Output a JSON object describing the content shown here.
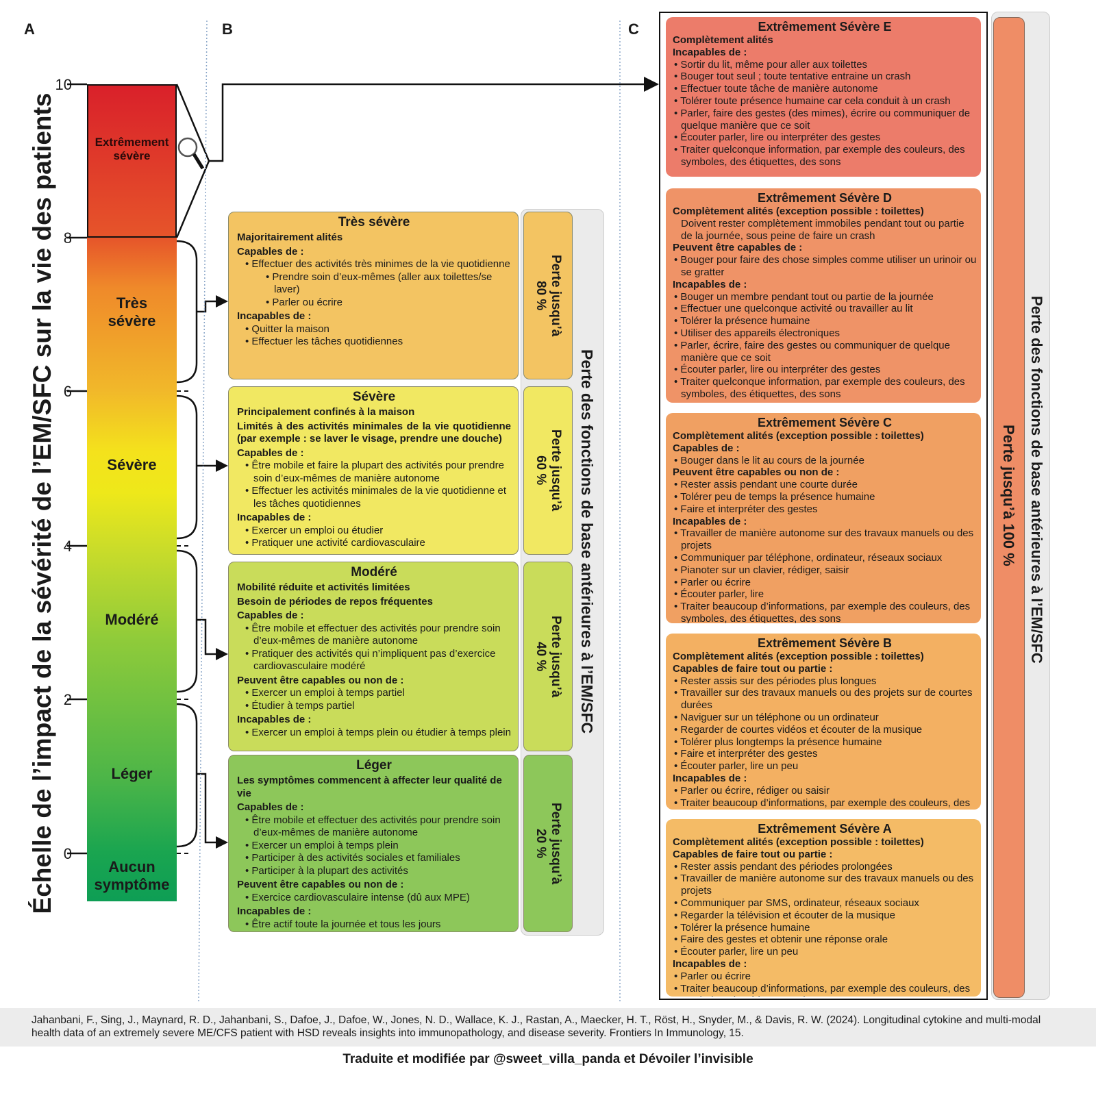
{
  "labels": {
    "a": "A",
    "b": "B",
    "c": "C"
  },
  "y_axis_title": "Échelle de l’impact de la sévérité de l’EM/SFC sur la vie des patients",
  "ticks": [
    "10",
    "8",
    "6",
    "4",
    "2",
    "0"
  ],
  "levels": [
    "Extrêmement sévère",
    "Très sévère",
    "Sévère",
    "Modéré",
    "Léger",
    "Aucun symptôme"
  ],
  "colors": {
    "tres_severe": "#f3c462",
    "severe": "#f1e862",
    "modere": "#c9dc5a",
    "leger": "#8dc75a",
    "E": "#ec7c6a",
    "D": "#ef9367",
    "C": "#f0a062",
    "B": "#f3b062",
    "A": "#f4bb66",
    "bar100": "#ef8d66"
  },
  "panel_b": [
    {
      "title": "Très sévère",
      "perte": "Perte jusqu’à\n80 %",
      "lines": [
        [
          "h",
          "Majoritairement alités"
        ],
        [
          "h",
          "Capables de :"
        ],
        [
          "b",
          "• Effectuer des activités très minimes de la vie quotidienne"
        ],
        [
          "s",
          "• Prendre soin d’eux-mêmes (aller aux toilettes/se laver)"
        ],
        [
          "s",
          "• Parler ou écrire"
        ],
        [
          "h",
          "Incapables de :"
        ],
        [
          "b",
          "• Quitter la maison"
        ],
        [
          "b",
          "• Effectuer les tâches quotidiennes"
        ]
      ]
    },
    {
      "title": "Sévère",
      "perte": "Perte jusqu’à\n60 %",
      "lines": [
        [
          "h",
          "Principalement confinés à la maison"
        ],
        [
          "h",
          "Limités à des activités minimales de la vie quotidienne (par exemple : se laver le visage, prendre une douche)"
        ],
        [
          "h",
          "Capables de :"
        ],
        [
          "b",
          "• Être mobile et faire la plupart des activités pour prendre soin d’eux-mêmes de manière autonome"
        ],
        [
          "b",
          "• Effectuer les activités minimales de la vie quotidienne et les tâches quotidiennes"
        ],
        [
          "h",
          "Incapables de :"
        ],
        [
          "b",
          "• Exercer un emploi ou étudier"
        ],
        [
          "b",
          "• Pratiquer une activité cardiovasculaire"
        ]
      ]
    },
    {
      "title": "Modéré",
      "perte": "Perte jusqu’à\n40 %",
      "lines": [
        [
          "h",
          "Mobilité réduite et activités limitées"
        ],
        [
          "h",
          "Besoin de périodes de repos fréquentes"
        ],
        [
          "h",
          "Capables de :"
        ],
        [
          "b",
          "• Être mobile et effectuer des activités pour prendre soin d’eux-mêmes de manière autonome"
        ],
        [
          "b",
          "• Pratiquer des activités qui n’impliquent pas d’exercice cardiovasculaire modéré"
        ],
        [
          "h",
          "Peuvent être capables ou non de :"
        ],
        [
          "b",
          "• Exercer un emploi à temps partiel"
        ],
        [
          "b",
          "• Étudier à temps partiel"
        ],
        [
          "h",
          "Incapables de :"
        ],
        [
          "b",
          "• Exercer un emploi à temps plein ou étudier à temps plein"
        ]
      ]
    },
    {
      "title": "Léger",
      "perte": "Perte jusqu’à\n20 %",
      "lines": [
        [
          "h",
          "Les symptômes commencent à affecter leur qualité de vie"
        ],
        [
          "h",
          "Capables de :"
        ],
        [
          "b",
          "• Être mobile et effectuer des activités pour prendre soin d’eux-mêmes de manière autonome"
        ],
        [
          "b",
          "• Exercer un emploi à temps plein"
        ],
        [
          "b",
          "• Participer à des activités sociales et familiales"
        ],
        [
          "b",
          "• Participer à la plupart des activités"
        ],
        [
          "h",
          "Peuvent être capables ou non de :"
        ],
        [
          "b",
          "• Exercice cardiovasculaire intense (dû aux MPE)"
        ],
        [
          "h",
          "Incapables de :"
        ],
        [
          "b",
          "• Être actif toute la journée et tous les jours"
        ]
      ]
    }
  ],
  "panel_b_side": "Perte des fonctions de base antérieures à l’EM/SFC",
  "panel_c": [
    {
      "title": "Extrêmement Sévère E",
      "lines": [
        [
          "h",
          "Complètement alités"
        ],
        [
          "h",
          "Incapables de :"
        ],
        [
          "b",
          "• Sortir du lit, même pour aller aux toilettes"
        ],
        [
          "b",
          "• Bouger tout seul ; toute tentative entraine un crash"
        ],
        [
          "b",
          "• Effectuer toute tâche de manière autonome"
        ],
        [
          "b",
          "• Tolérer toute présence humaine car cela conduit à un crash"
        ],
        [
          "b",
          "• Parler, faire des gestes (des mimes), écrire ou communiquer de quelque manière que ce soit"
        ],
        [
          "b",
          "• Écouter parler, lire ou interpréter des gestes"
        ],
        [
          "b",
          "• Traiter quelconque information, par exemple des couleurs, des symboles, des étiquettes, des sons"
        ]
      ]
    },
    {
      "title": "Extrêmement Sévère D",
      "lines": [
        [
          "h",
          "Complètement alités (exception possible : toilettes)"
        ],
        [
          "p",
          "Doivent rester complètement immobiles pendant tout ou partie de la journée, sous peine de faire un crash"
        ],
        [
          "h",
          "Peuvent être capables de :"
        ],
        [
          "b",
          "• Bouger pour faire des chose simples comme utiliser un urinoir ou se gratter"
        ],
        [
          "h",
          "Incapables de :"
        ],
        [
          "b",
          "• Bouger un membre pendant tout ou partie de la journée"
        ],
        [
          "b",
          "• Effectuer une quelconque activité ou travailler au lit"
        ],
        [
          "b",
          "• Tolérer la présence humaine"
        ],
        [
          "b",
          "• Utiliser des appareils électroniques"
        ],
        [
          "b",
          "• Parler, écrire, faire des gestes ou communiquer de quelque manière que ce soit"
        ],
        [
          "b",
          "• Écouter parler, lire ou interpréter des gestes"
        ],
        [
          "b",
          "• Traiter quelconque information, par exemple des couleurs, des symboles, des étiquettes, des sons"
        ]
      ]
    },
    {
      "title": "Extrêmement Sévère C",
      "lines": [
        [
          "h",
          "Complètement alités (exception possible : toilettes)"
        ],
        [
          "h",
          "Capables de :"
        ],
        [
          "b",
          "• Bouger dans le lit au cours de la journée"
        ],
        [
          "h",
          "Peuvent être capables ou non de :"
        ],
        [
          "b",
          "• Rester assis pendant une courte durée"
        ],
        [
          "b",
          "• Tolérer peu de temps la présence humaine"
        ],
        [
          "b",
          "• Faire et interpréter des gestes"
        ],
        [
          "h",
          "Incapables de :"
        ],
        [
          "b",
          "• Travailler de manière autonome sur des travaux manuels ou des projets"
        ],
        [
          "b",
          "• Communiquer par téléphone, ordinateur, réseaux sociaux"
        ],
        [
          "b",
          "• Pianoter sur un clavier, rédiger, saisir"
        ],
        [
          "b",
          "• Parler ou écrire"
        ],
        [
          "b",
          "• Écouter parler, lire"
        ],
        [
          "b",
          "• Traiter beaucoup d’informations, par exemple des couleurs, des symboles, des étiquettes, des sons"
        ]
      ]
    },
    {
      "title": "Extrêmement Sévère B",
      "lines": [
        [
          "h",
          "Complètement alités (exception possible : toilettes)"
        ],
        [
          "h",
          "Capables de faire tout ou partie :"
        ],
        [
          "b",
          "• Rester assis sur des périodes plus longues"
        ],
        [
          "b",
          "• Travailler sur des travaux manuels ou des projets sur de courtes durées"
        ],
        [
          "b",
          "• Naviguer sur un téléphone ou un ordinateur"
        ],
        [
          "b",
          "• Regarder de courtes vidéos et écouter de la musique"
        ],
        [
          "b",
          "• Tolérer plus longtemps la présence humaine"
        ],
        [
          "b",
          "• Faire et interpréter des gestes"
        ],
        [
          "b",
          "• Écouter parler, lire un peu"
        ],
        [
          "h",
          "Incapables de :"
        ],
        [
          "b",
          "• Parler ou écrire, rédiger ou saisir"
        ],
        [
          "b",
          "• Traiter beaucoup d’informations, par exemple des couleurs, des symboles, des étiquettes, des sons"
        ]
      ]
    },
    {
      "title": "Extrêmement Sévère A",
      "lines": [
        [
          "h",
          "Complètement alités (exception possible : toilettes)"
        ],
        [
          "h",
          "Capables de faire tout ou partie :"
        ],
        [
          "b",
          "• Rester assis pendant des périodes prolongées"
        ],
        [
          "b",
          "• Travailler de manière autonome sur des travaux manuels ou des projets"
        ],
        [
          "b",
          "• Communiquer par SMS, ordinateur, réseaux sociaux"
        ],
        [
          "b",
          "• Regarder la télévision et écouter de la musique"
        ],
        [
          "b",
          "• Tolérer la présence humaine"
        ],
        [
          "b",
          "• Faire des gestes et obtenir une réponse orale"
        ],
        [
          "b",
          "• Écouter parler, lire un peu"
        ],
        [
          "h",
          "Incapables de :"
        ],
        [
          "b",
          "• Parler ou écrire"
        ],
        [
          "b",
          "• Traiter beaucoup d’informations, par exemple des couleurs, des symboles, des étiquettes, des sons"
        ]
      ]
    }
  ],
  "panel_c_bar": "Perte jusqu’à 100 %",
  "panel_c_side": "Perte des fonctions de base antérieures à l’EM/SFC",
  "footer": {
    "citation": "Jahanbani, F., Sing, J., Maynard, R. D., Jahanbani, S., Dafoe, J., Dafoe, W., Jones, N. D., Wallace, K. J., Rastan, A., Maecker, H. T., Röst, H., Snyder, M., & Davis, R. W. (2024). Longitudinal cytokine and multi-modal health data of an extremely severe ME/CFS patient with HSD reveals insights into immunopathology, and disease severity. Frontiers In Immunology, 15.",
    "credit": "Traduite et modifiée par @sweet_villa_panda et Dévoiler l’invisible"
  }
}
